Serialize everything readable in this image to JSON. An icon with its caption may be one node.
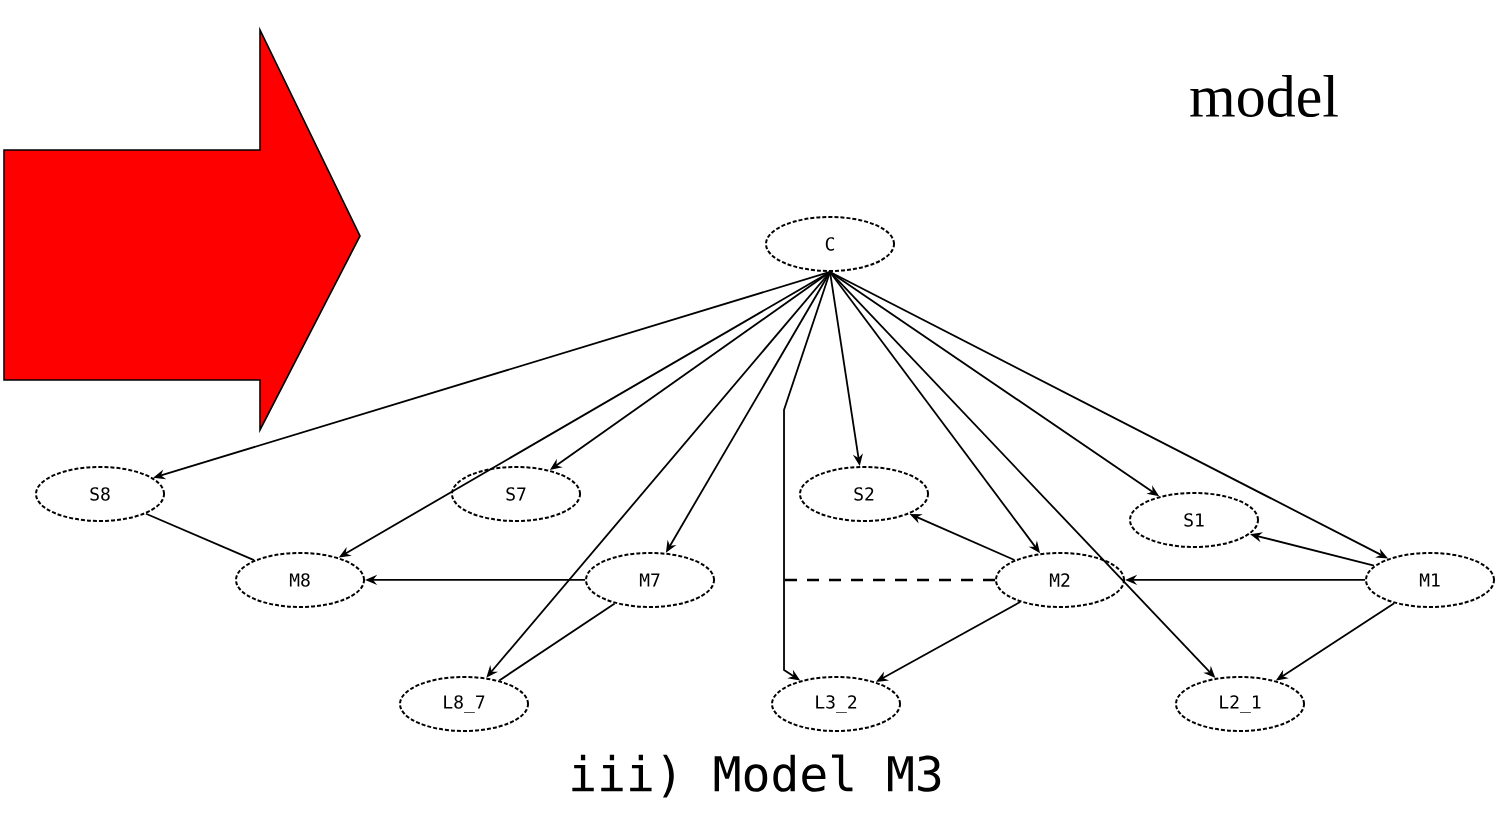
{
  "diagram": {
    "caption": "iii) Model M3",
    "nodes": [
      {
        "text": [
          "C"
        ]
      },
      {
        "text": [
          "S8"
        ]
      },
      {
        "text": [
          "S7"
        ]
      },
      {
        "text": [
          "S2"
        ]
      },
      {
        "text": [
          "S1"
        ]
      },
      {
        "text": [
          "M8"
        ]
      },
      {
        "text": [
          "M7"
        ]
      },
      {
        "text": [
          "M2"
        ]
      },
      {
        "text": [
          "M1"
        ]
      },
      {
        "text": [
          "L8_7"
        ]
      },
      {
        "text": [
          "L3_2"
        ]
      },
      {
        "text": [
          "L2_1"
        ]
      }
    ],
    "edges": [
      {
        "from": 0,
        "to": 1,
        "arrow": "to"
      },
      {
        "from": 0,
        "to": 5,
        "arrow": "to"
      },
      {
        "from": 0,
        "to": 2,
        "arrow": "to"
      },
      {
        "from": 0,
        "to": 9,
        "arrow": "to"
      },
      {
        "from": 0,
        "to": 6,
        "arrow": "to"
      },
      {
        "from": 0,
        "to": 10,
        "arrow": "to"
      },
      {
        "from": 0,
        "to": 3,
        "arrow": "to"
      },
      {
        "from": 0,
        "to": 7,
        "arrow": "to"
      },
      {
        "from": 0,
        "to": 11,
        "arrow": "to"
      },
      {
        "from": 0,
        "to": 4,
        "arrow": "to"
      },
      {
        "from": 0,
        "to": 8,
        "arrow": "to"
      },
      {
        "from": 1,
        "to": 5,
        "arrow": "none"
      },
      {
        "from": 6,
        "to": 5,
        "arrow": "to"
      },
      {
        "from": 6,
        "to": 9,
        "arrow": "none"
      },
      {
        "from": 7,
        "to": 3,
        "arrow": "to"
      },
      {
        "from": 7,
        "to": 10,
        "arrow": "to"
      },
      {
        "from": 7,
        "to": null,
        "arrow": "none",
        "style": "dashed"
      },
      {
        "from": 8,
        "to": 7,
        "arrow": "to"
      },
      {
        "from": 8,
        "to": 4,
        "arrow": "to"
      },
      {
        "from": 8,
        "to": 11,
        "arrow": "to"
      }
    ],
    "labels": [
      "model"
    ]
  }
}
